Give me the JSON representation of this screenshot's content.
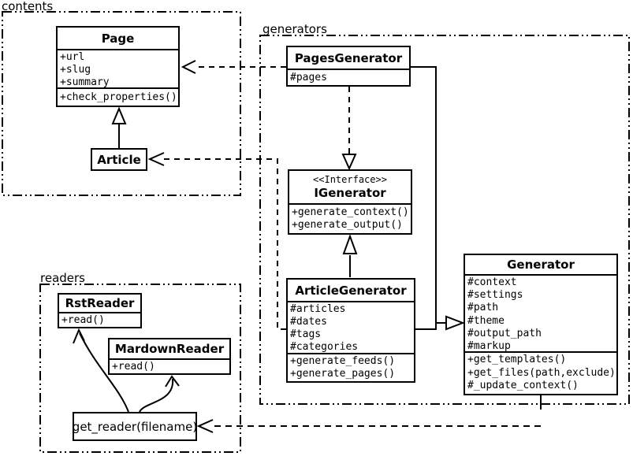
{
  "diagram": {
    "kind": "uml-class-diagram",
    "colors": {
      "line": "#000000",
      "background": "#ffffff",
      "box_fill": "#ffffff"
    }
  },
  "packages": {
    "contents": {
      "label": "contents"
    },
    "generators": {
      "label": "generators"
    },
    "readers": {
      "label": "readers"
    }
  },
  "classes": {
    "page": {
      "name": "Page",
      "attributes": [
        "+url",
        "+slug",
        "+summary"
      ],
      "methods": [
        "+check_properties()"
      ]
    },
    "article": {
      "name": "Article"
    },
    "pages_generator": {
      "name": "PagesGenerator",
      "attributes": [
        "#pages"
      ]
    },
    "igenerator": {
      "stereotype": "<<Interface>>",
      "name": "IGenerator",
      "methods": [
        "+generate_context()",
        "+generate_output()"
      ]
    },
    "article_generator": {
      "name": "ArticleGenerator",
      "attributes": [
        "#articles",
        "#dates",
        "#tags",
        "#categories"
      ],
      "methods": [
        "+generate_feeds()",
        "+generate_pages()"
      ]
    },
    "generator": {
      "name": "Generator",
      "attributes": [
        "#context",
        "#settings",
        "#path",
        "#theme",
        "#output_path",
        "#markup"
      ],
      "methods": [
        "+get_templates()",
        "+get_files(path,exclude)",
        "#_update_context()"
      ]
    },
    "rst_reader": {
      "name": "RstReader",
      "methods": [
        "+read()"
      ]
    },
    "mardown_reader": {
      "name": "MardownReader",
      "methods": [
        "+read()"
      ]
    },
    "get_reader": {
      "label": "get_reader(filename)"
    }
  },
  "relationships": [
    {
      "from": "Article",
      "to": "Page",
      "type": "generalization"
    },
    {
      "from": "PagesGenerator",
      "to": "Page",
      "type": "dependency"
    },
    {
      "from": "ArticleGenerator",
      "to": "Article",
      "type": "dependency"
    },
    {
      "from": "PagesGenerator",
      "to": "IGenerator",
      "type": "realization"
    },
    {
      "from": "ArticleGenerator",
      "to": "IGenerator",
      "type": "generalization"
    },
    {
      "from": "PagesGenerator",
      "to": "Generator",
      "type": "generalization"
    },
    {
      "from": "ArticleGenerator",
      "to": "Generator",
      "type": "generalization"
    },
    {
      "from": "Generator",
      "to": "get_reader(filename)",
      "type": "dependency"
    },
    {
      "from": "get_reader(filename)",
      "to": "RstReader",
      "type": "reference"
    },
    {
      "from": "get_reader(filename)",
      "to": "MardownReader",
      "type": "reference"
    }
  ]
}
